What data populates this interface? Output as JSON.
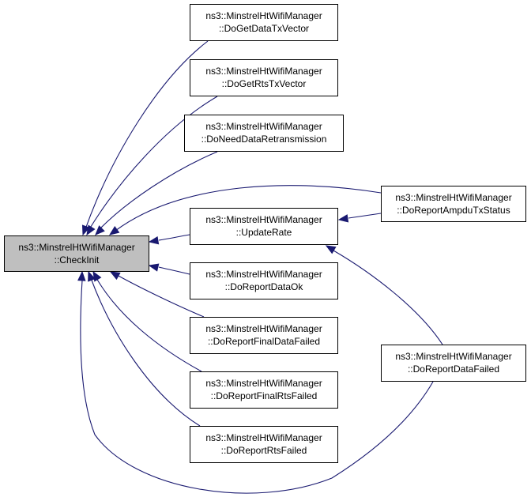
{
  "diagram": {
    "edge_color": "#191970",
    "focus_fill": "#bfbfbf",
    "nodes": [
      {
        "id": "checkinit",
        "line1": "ns3::MinstrelHtWifiManager",
        "line2": "::CheckInit"
      },
      {
        "id": "dogetdatatxvector",
        "line1": "ns3::MinstrelHtWifiManager",
        "line2": "::DoGetDataTxVector"
      },
      {
        "id": "dogetrtstxvector",
        "line1": "ns3::MinstrelHtWifiManager",
        "line2": "::DoGetRtsTxVector"
      },
      {
        "id": "doneeddataretransmission",
        "line1": "ns3::MinstrelHtWifiManager",
        "line2": "::DoNeedDataRetransmission"
      },
      {
        "id": "updaterate",
        "line1": "ns3::MinstrelHtWifiManager",
        "line2": "::UpdateRate"
      },
      {
        "id": "doreportdataok",
        "line1": "ns3::MinstrelHtWifiManager",
        "line2": "::DoReportDataOk"
      },
      {
        "id": "doreportfinaldatafailed",
        "line1": "ns3::MinstrelHtWifiManager",
        "line2": "::DoReportFinalDataFailed"
      },
      {
        "id": "doreportfinalrtsfailed",
        "line1": "ns3::MinstrelHtWifiManager",
        "line2": "::DoReportFinalRtsFailed"
      },
      {
        "id": "doreportrtsfailed",
        "line1": "ns3::MinstrelHtWifiManager",
        "line2": "::DoReportRtsFailed"
      },
      {
        "id": "doreportampdutxstatus",
        "line1": "ns3::MinstrelHtWifiManager",
        "line2": "::DoReportAmpduTxStatus"
      },
      {
        "id": "doreportdatafailed",
        "line1": "ns3::MinstrelHtWifiManager",
        "line2": "::DoReportDataFailed"
      }
    ],
    "edges": [
      {
        "from": "dogetdatatxvector",
        "to": "checkinit"
      },
      {
        "from": "dogetrtstxvector",
        "to": "checkinit"
      },
      {
        "from": "doneeddataretransmission",
        "to": "checkinit"
      },
      {
        "from": "doreportampdutxstatus",
        "to": "checkinit"
      },
      {
        "from": "updaterate",
        "to": "checkinit"
      },
      {
        "from": "doreportdataok",
        "to": "checkinit"
      },
      {
        "from": "doreportfinaldatafailed",
        "to": "checkinit"
      },
      {
        "from": "doreportfinalrtsfailed",
        "to": "checkinit"
      },
      {
        "from": "doreportrtsfailed",
        "to": "checkinit"
      },
      {
        "from": "doreportdatafailed",
        "to": "checkinit"
      },
      {
        "from": "doreportampdutxstatus",
        "to": "updaterate"
      },
      {
        "from": "doreportdatafailed",
        "to": "updaterate"
      }
    ]
  }
}
